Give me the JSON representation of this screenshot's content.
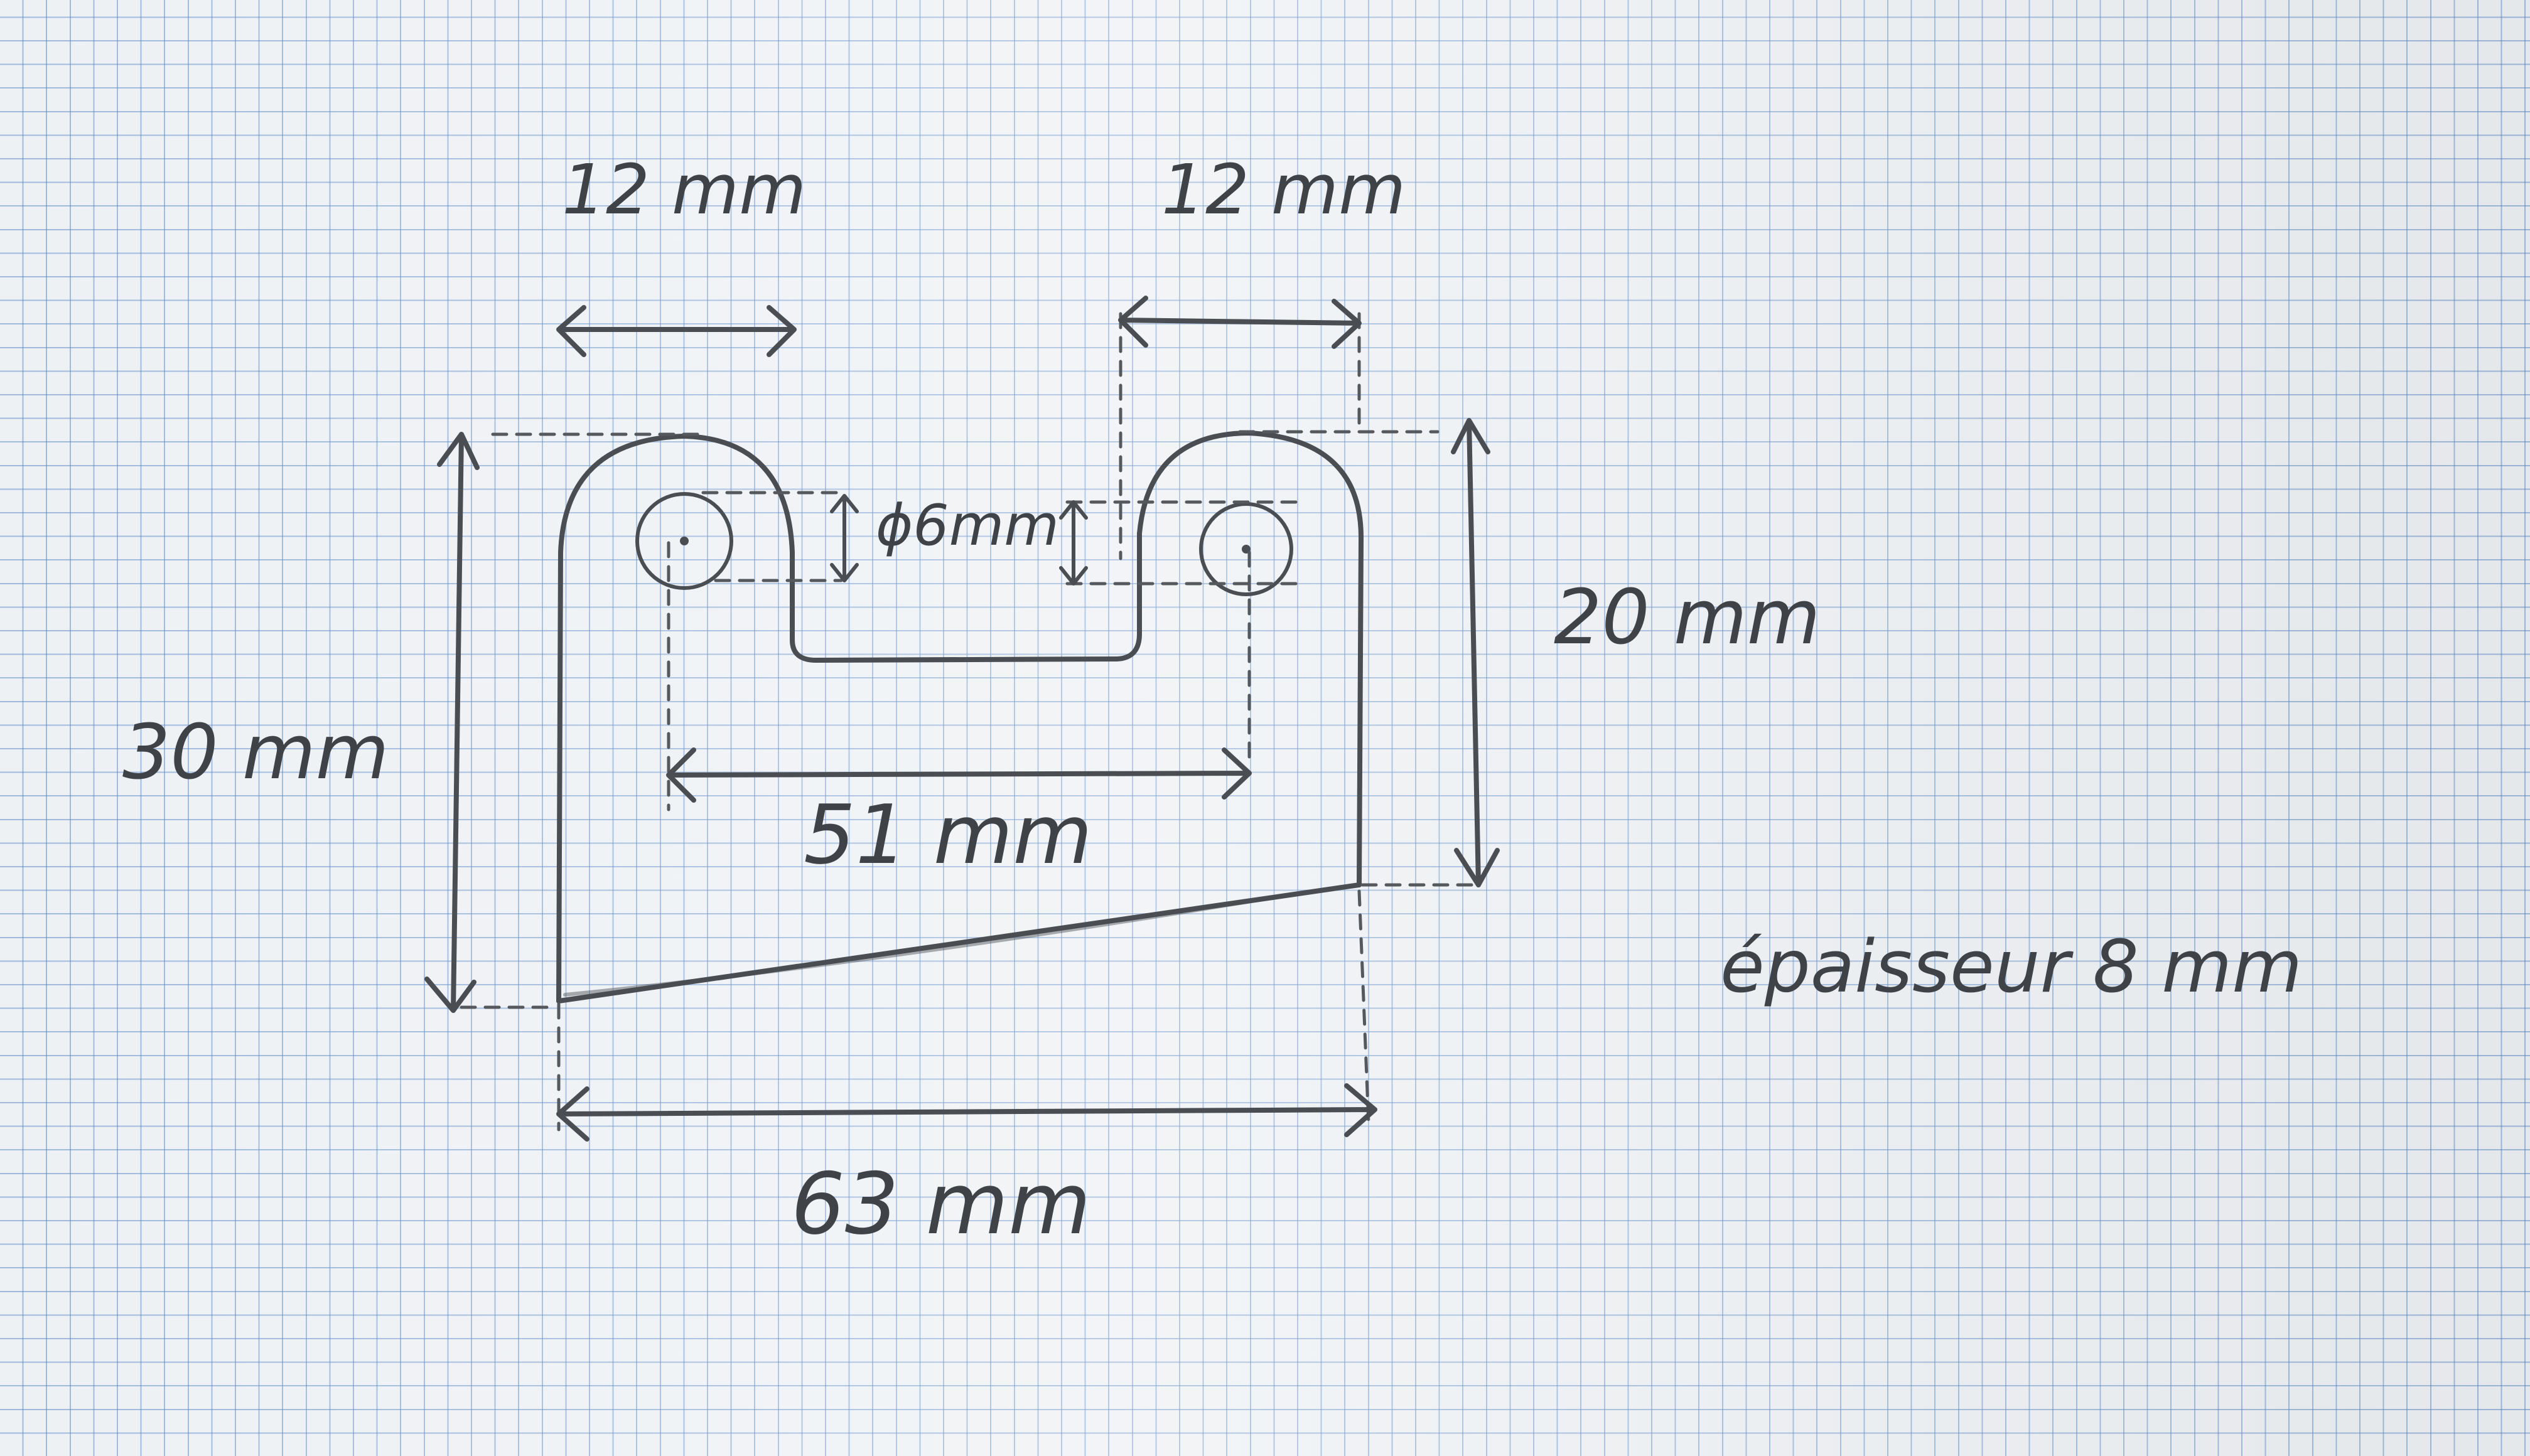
{
  "drawing": {
    "labels": {
      "left_tab_width": "12 mm",
      "right_tab_width": "12 mm",
      "hole_diameter": "ϕ6mm",
      "total_height": "30 mm",
      "right_height": "20 mm",
      "hole_spacing": "51 mm",
      "total_width": "63 mm",
      "thickness": "épaisseur 8 mm"
    }
  }
}
